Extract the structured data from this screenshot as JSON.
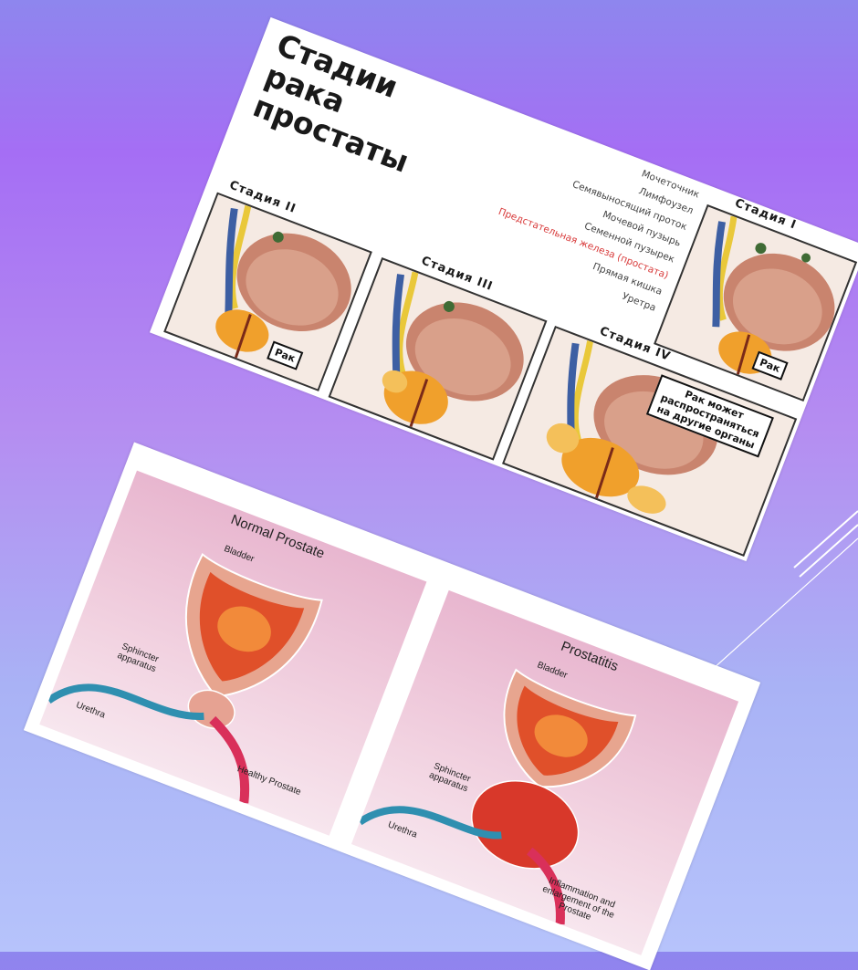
{
  "top_card": {
    "title": "Стадии рака простаты",
    "legend": [
      "Мочеточник",
      "Лимфоузел",
      "Семявыносящий проток",
      "Мочевой пузырь",
      "Семенной пузырек",
      "Предстательная железа (простата)",
      "Прямая кишка",
      "Уретра"
    ],
    "highlight_color": "#d83a3a",
    "stages": {
      "stage1": "Стадия I",
      "stage2": "Стадия II",
      "stage3": "Стадия III",
      "stage4": "Стадия IV"
    },
    "callouts": {
      "cancer_stage1": "Рак",
      "cancer_stage2": "Рак",
      "spread_stage4": "Рак может распространяться на другие органы"
    }
  },
  "bottom_card": {
    "normal": {
      "title": "Normal Prostate",
      "bladder": "Bladder",
      "sphincter": "Sphincter apparatus",
      "urethra": "Urethra",
      "prostate": "Healthy Prostate"
    },
    "prostatitis": {
      "title": "Prostatitis",
      "bladder": "Bladder",
      "sphincter": "Sphincter apparatus",
      "urethra": "Urethra",
      "prostate": "Inflammation and enlargement of the Prostate"
    }
  },
  "colors": {
    "background_top": "#a56ef4",
    "background_bottom": "#b6c3fb",
    "bladder": "#e0502a",
    "urethra": "#2f8fb0",
    "tumor": "#f0a02c"
  }
}
